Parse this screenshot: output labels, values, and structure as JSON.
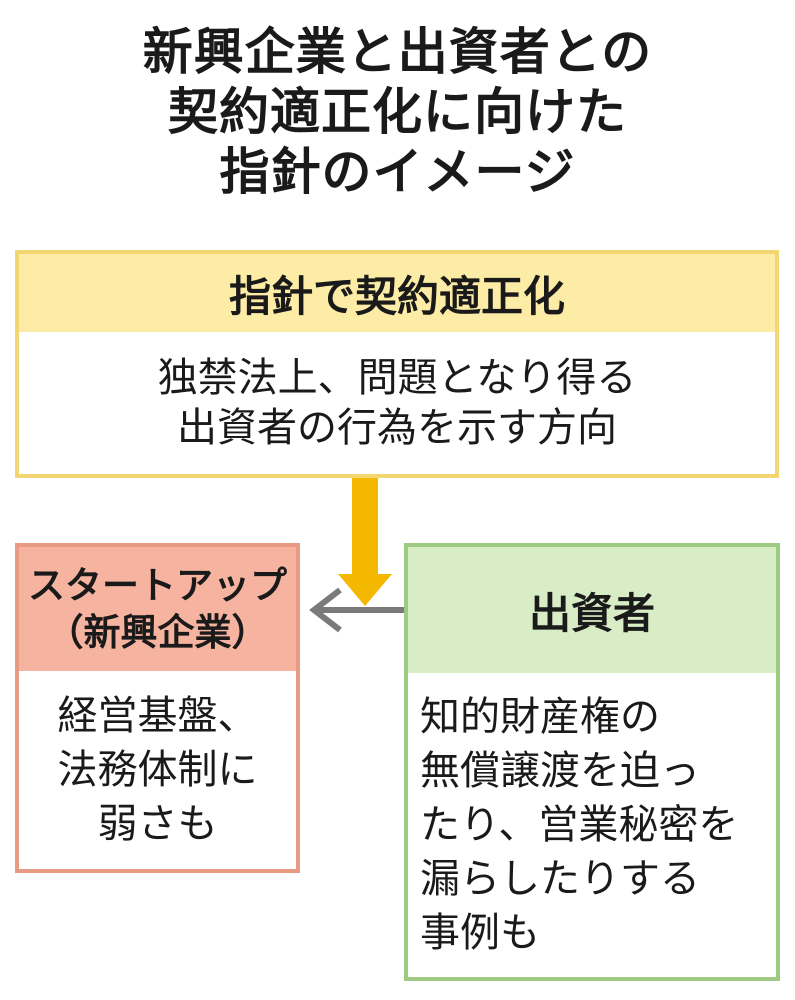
{
  "title": {
    "lines": [
      "新興企業と出資者との",
      "契約適正化に向けた",
      "指針のイメージ"
    ]
  },
  "guideline": {
    "heading": "指針で契約適正化",
    "lines": [
      "独禁法上、問題となり得る",
      "出資者の行為を示す方向"
    ]
  },
  "startup": {
    "heading_lines": [
      "スタートアップ",
      "（新興企業）"
    ],
    "lines": [
      "経営基盤、",
      "法務体制に",
      "弱さも"
    ]
  },
  "investor": {
    "heading": "出資者",
    "lines": [
      "知的財産権の",
      "無償譲渡を迫っ",
      "たり、営業秘密を",
      "漏らしたりする",
      "事例も"
    ]
  },
  "colors": {
    "guideline_header": "#fdeca6",
    "guideline_border": "#f2d672",
    "startup_header": "#f6b4a0",
    "startup_border": "#e99a82",
    "investor_header": "#d8ecc6",
    "investor_border": "#9dcb83",
    "down_arrow": "#f5b800",
    "left_arrow": "#7a7a7a"
  }
}
